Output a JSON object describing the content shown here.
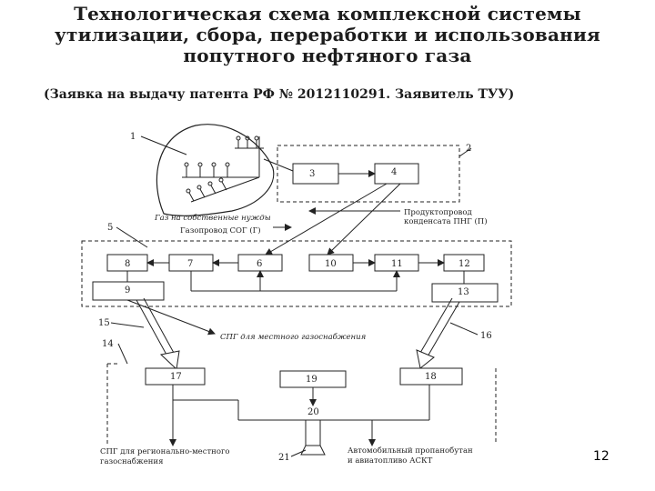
{
  "title_lines": [
    "Технологическая схема комплексной системы",
    "утилизации, сбора, переработки и использования",
    "попутного нефтяного газа"
  ],
  "subtitle": "(Заявка на выдачу патента РФ № 2012110291. Заявитель  ТУУ)",
  "page_number": "12",
  "diagram": {
    "box_labels": {
      "b3": "3",
      "b4": "4",
      "b8": "8",
      "b7": "7",
      "b6": "6",
      "b10": "10",
      "b11": "11",
      "b12": "12",
      "b9": "9",
      "b13": "13",
      "b17": "17",
      "b19": "19",
      "b18": "18",
      "b20": "20",
      "b21": "21"
    },
    "callouts": {
      "c1": "1",
      "c2": "2",
      "c5": "5",
      "c15": "15",
      "c14": "14",
      "c16": "16"
    },
    "annotations": {
      "gas_own_needs": "Газ на собственные нужды",
      "gas_pipeline": "Газопровод СОГ (Г)",
      "condensate_pipeline_1": "Продуктопровод",
      "condensate_pipeline_2": "конденсата ПНГ (П)",
      "lpg_local": "СПГ для местного газоснабжения",
      "lpg_regional_1": "СПГ для регионально-местного",
      "lpg_regional_2": "газоснабжения",
      "auto_propane_1": "Автомобильный пропанобутан",
      "auto_propane_2": "и авиатопливо АСКТ"
    }
  }
}
